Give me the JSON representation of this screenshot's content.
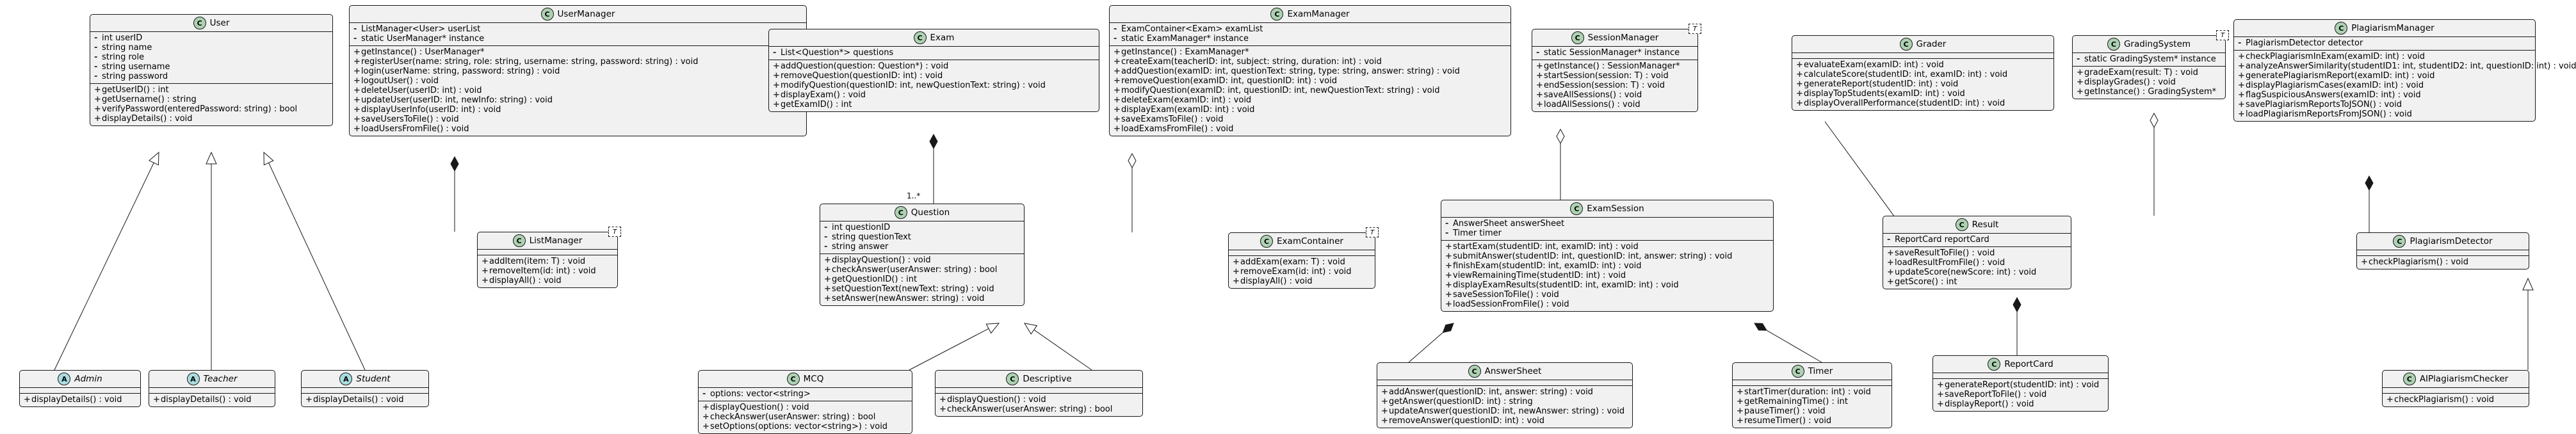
{
  "classes": {
    "User": {
      "badge": "C",
      "title": "User",
      "abstract": false,
      "fields": [
        "int userID",
        "string name",
        "string role",
        "string username",
        "string password"
      ],
      "methods": [
        "getUserID() : int",
        "getUsername() : string",
        "verifyPassword(enteredPassword: string) : bool",
        "displayDetails() : void"
      ]
    },
    "UserManager": {
      "badge": "C",
      "title": "UserManager",
      "abstract": false,
      "fields": [
        "ListManager<User> userList",
        "static UserManager* instance"
      ],
      "methods": [
        "getInstance() : UserManager*",
        "registerUser(name: string, role: string, username: string, password: string) : void",
        "login(userName: string, password: string) : void",
        "logoutUser() : void",
        "deleteUser(userID: int) : void",
        "updateUser(userID: int, newInfo: string) : void",
        "displayUserInfo(userID: int) : void",
        "saveUsersToFile() : void",
        "loadUsersFromFile() : void"
      ]
    },
    "Exam": {
      "badge": "C",
      "title": "Exam",
      "abstract": false,
      "fields": [
        "List<Question*> questions"
      ],
      "methods": [
        "addQuestion(question: Question*) : void",
        "removeQuestion(questionID: int) : void",
        "modifyQuestion(questionID: int, newQuestionText: string) : void",
        "displayExam() : void",
        "getExamID() : int"
      ]
    },
    "ExamManager": {
      "badge": "C",
      "title": "ExamManager",
      "abstract": false,
      "fields": [
        "ExamContainer<Exam> examList",
        "static ExamManager* instance"
      ],
      "methods": [
        "getInstance() : ExamManager*",
        "createExam(teacherID: int, subject: string, duration: int) : void",
        "addQuestion(examID: int, questionText: string, type: string, answer: string) : void",
        "removeQuestion(examID: int, questionID: int) : void",
        "modifyQuestion(examID: int, questionID: int, newQuestionText: string) : void",
        "deleteExam(examID: int) : void",
        "displayExam(examID: int) : void",
        "saveExamsToFile() : void",
        "loadExamsFromFile() : void"
      ]
    },
    "SessionManager": {
      "badge": "C",
      "title": "SessionManager",
      "abstract": false,
      "tparam": "T",
      "fields": [
        "static SessionManager* instance"
      ],
      "methods": [
        "getInstance() : SessionManager*",
        "startSession(session: T) : void",
        "endSession(session: T) : void",
        "saveAllSessions() : void",
        "loadAllSessions() : void"
      ]
    },
    "Grader": {
      "badge": "C",
      "title": "Grader",
      "abstract": false,
      "fields": [],
      "methods": [
        "evaluateExam(examID: int) : void",
        "calculateScore(studentID: int, examID: int) : void",
        "generateReport(studentID: int) : void",
        "displayTopStudents(examID: int) : void",
        "displayOverallPerformance(studentID: int) : void"
      ]
    },
    "GradingSystem": {
      "badge": "C",
      "title": "GradingSystem",
      "abstract": false,
      "tparam": "T",
      "fields": [
        "static GradingSystem* instance"
      ],
      "methods": [
        "gradeExam(result: T) : void",
        "displayGrades() : void",
        "getInstance() : GradingSystem*"
      ]
    },
    "PlagiarismManager": {
      "badge": "C",
      "title": "PlagiarismManager",
      "abstract": false,
      "fields": [
        "PlagiarismDetector detector"
      ],
      "methods": [
        "checkPlagiarismInExam(examID: int) : void",
        "analyzeAnswerSimilarity(studentID1: int, studentID2: int, questionID: int) : void",
        "generatePlagiarismReport(examID: int) : void",
        "displayPlagiarismCases(examID: int) : void",
        "flagSuspiciousAnswers(examID: int) : void",
        "savePlagiarismReportsToJSON() : void",
        "loadPlagiarismReportsFromJSON() : void"
      ]
    },
    "Admin": {
      "badge": "A",
      "title": "Admin",
      "abstract": true,
      "fields": [],
      "methods": [
        "displayDetails() : void"
      ]
    },
    "Teacher": {
      "badge": "A",
      "title": "Teacher",
      "abstract": true,
      "fields": [],
      "methods": [
        "displayDetails() : void"
      ]
    },
    "Student": {
      "badge": "A",
      "title": "Student",
      "abstract": true,
      "fields": [],
      "methods": [
        "displayDetails() : void"
      ]
    },
    "ListManager": {
      "badge": "C",
      "title": "ListManager",
      "abstract": false,
      "tparam": "T",
      "fields": [],
      "methods": [
        "addItem(item: T) : void",
        "removeItem(id: int) : void",
        "displayAll() : void"
      ]
    },
    "Question": {
      "badge": "C",
      "title": "Question",
      "abstract": false,
      "fields": [
        "int questionID",
        "string questionText",
        "string answer"
      ],
      "methods": [
        "displayQuestion() : void",
        "checkAnswer(userAnswer: string) : bool",
        "getQuestionID() : int",
        "setQuestionText(newText: string) : void",
        "setAnswer(newAnswer: string) : void"
      ]
    },
    "ExamContainer": {
      "badge": "C",
      "title": "ExamContainer",
      "abstract": false,
      "tparam": "T",
      "fields": [],
      "methods": [
        "addExam(exam: T) : void",
        "removeExam(id: int) : void",
        "displayAll() : void"
      ]
    },
    "ExamSession": {
      "badge": "C",
      "title": "ExamSession",
      "abstract": false,
      "fields": [
        "AnswerSheet answerSheet",
        "Timer timer"
      ],
      "methods": [
        "startExam(studentID: int, examID: int) : void",
        "submitAnswer(studentID: int, questionID: int, answer: string) : void",
        "finishExam(studentID: int, examID: int) : void",
        "viewRemainingTime(studentID: int) : void",
        "displayExamResults(studentID: int, examID: int) : void",
        "saveSessionToFile() : void",
        "loadSessionFromFile() : void"
      ]
    },
    "Result": {
      "badge": "C",
      "title": "Result",
      "abstract": false,
      "fields": [
        "ReportCard reportCard"
      ],
      "methods": [
        "saveResultToFile() : void",
        "loadResultFromFile() : void",
        "updateScore(newScore: int) : void",
        "getScore() : int"
      ]
    },
    "PlagiarismDetector": {
      "badge": "C",
      "title": "PlagiarismDetector",
      "abstract": false,
      "fields": [],
      "methods": [
        "checkPlagiarism() : void"
      ]
    },
    "MCQ": {
      "badge": "C",
      "title": "MCQ",
      "abstract": false,
      "fields": [
        "options: vector<string>"
      ],
      "methods": [
        "displayQuestion() : void",
        "checkAnswer(userAnswer: string) : bool",
        "setOptions(options: vector<string>) : void"
      ]
    },
    "Descriptive": {
      "badge": "C",
      "title": "Descriptive",
      "abstract": false,
      "fields": [],
      "methods": [
        "displayQuestion() : void",
        "checkAnswer(userAnswer: string) : bool"
      ]
    },
    "AnswerSheet": {
      "badge": "C",
      "title": "AnswerSheet",
      "abstract": false,
      "fields": [],
      "methods": [
        "addAnswer(questionID: int, answer: string) : void",
        "getAnswer(questionID: int) : string",
        "updateAnswer(questionID: int, newAnswer: string) : void",
        "removeAnswer(questionID: int) : void"
      ]
    },
    "Timer": {
      "badge": "C",
      "title": "Timer",
      "abstract": false,
      "fields": [],
      "methods": [
        "startTimer(duration: int) : void",
        "getRemainingTime() : int",
        "pauseTimer() : void",
        "resumeTimer() : void"
      ]
    },
    "ReportCard": {
      "badge": "C",
      "title": "ReportCard",
      "abstract": false,
      "fields": [],
      "methods": [
        "generateReport(studentID: int) : void",
        "saveReportToFile() : void",
        "displayReport() : void"
      ]
    },
    "AIPlagiarismChecker": {
      "badge": "C",
      "title": "AIPlagiarismChecker",
      "abstract": false,
      "fields": [],
      "methods": [
        "checkPlagiarism() : void"
      ]
    }
  },
  "multiplicities": {
    "exam_question_target": "1..*"
  }
}
